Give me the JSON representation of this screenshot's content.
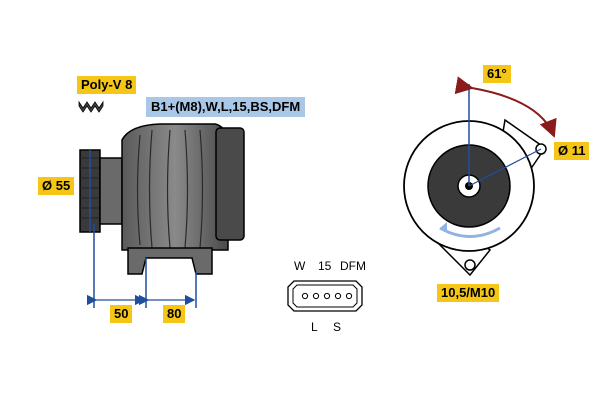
{
  "belt": {
    "label": "Poly-V 8"
  },
  "terminals": {
    "label": "B1+(M8),W,L,15,BS,DFM"
  },
  "dimensions": {
    "pulley_diameter": "Ø 55",
    "left_offset": "50",
    "right_offset": "80",
    "angle": "61°",
    "hole_diameter": "Ø 11",
    "thread": "10,5/M10"
  },
  "connector": {
    "top_pins": [
      "W",
      "15",
      "DFM"
    ],
    "bottom_pins": [
      "L",
      "S"
    ]
  },
  "colors": {
    "dimension_blue": "#1f4e9e",
    "arrow_red": "#8b1a1a",
    "label_yellow": "#f5c518",
    "label_blue": "#a9c8e8",
    "rotation_arrow": "#8fb4e0"
  }
}
